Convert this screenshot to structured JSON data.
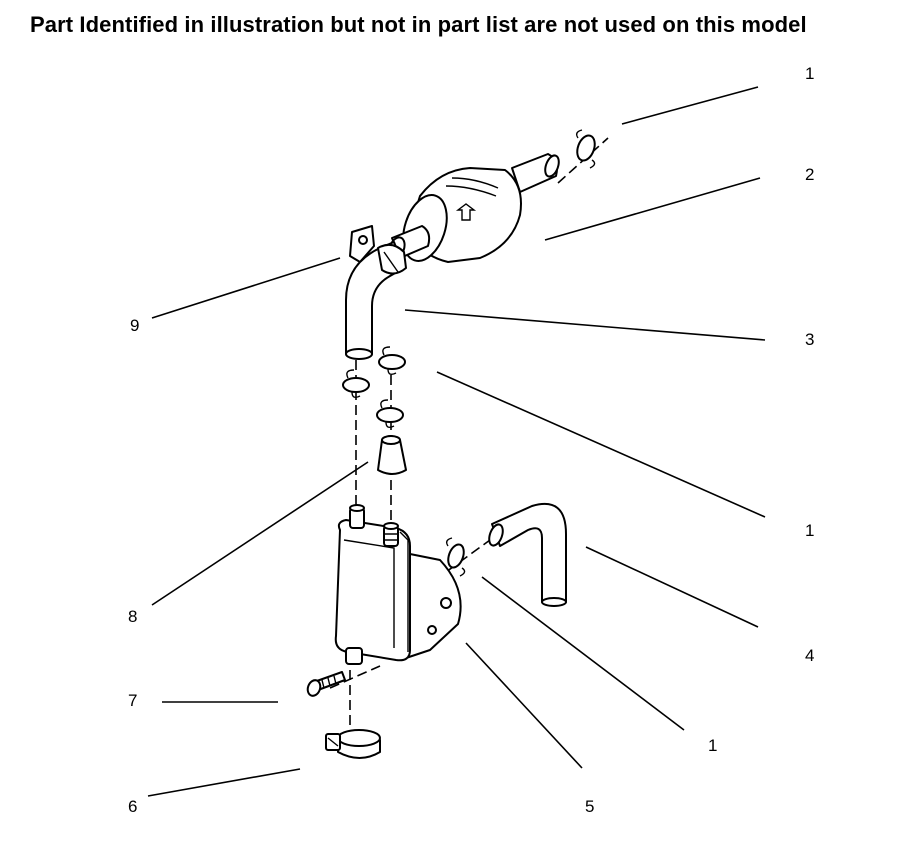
{
  "header": {
    "title": "Part Identified in illustration but not in part list are not used on this model"
  },
  "callouts": [
    {
      "id": "c1a",
      "label": "1"
    },
    {
      "id": "c2",
      "label": "2"
    },
    {
      "id": "c9",
      "label": "9"
    },
    {
      "id": "c3",
      "label": "3"
    },
    {
      "id": "c1b",
      "label": "1"
    },
    {
      "id": "c8",
      "label": "8"
    },
    {
      "id": "c4",
      "label": "4"
    },
    {
      "id": "c7",
      "label": "7"
    },
    {
      "id": "c1c",
      "label": "1"
    },
    {
      "id": "c6",
      "label": "6"
    },
    {
      "id": "c5",
      "label": "5"
    }
  ]
}
